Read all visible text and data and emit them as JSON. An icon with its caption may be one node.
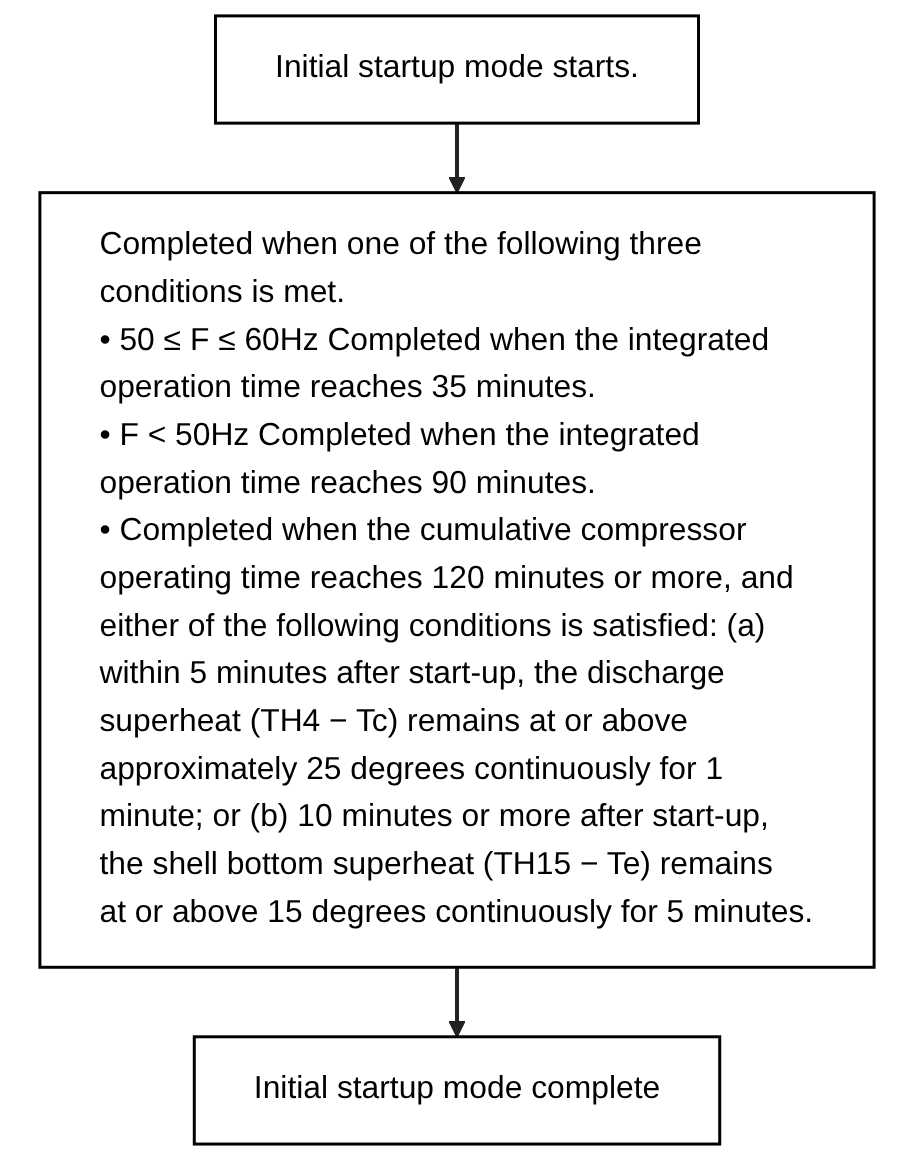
{
  "diagram": {
    "nodes": [
      {
        "text": [
          "Initial startup mode starts."
        ]
      },
      {
        "text": [
          "Completed when one of the following three conditions is met.",
          "• 50 ≤ F ≤ 60Hz Completed when the integrated operation time reaches 35 minutes.",
          "• F < 50Hz Completed when the integrated operation time reaches 90 minutes.",
          "• Completed when the cumulative compressor operating time reaches 120 minutes or more, and either of the following conditions is satisfied: (a) within 5 minutes after start-up, the discharge superheat (TH4 − Tc) remains at or above approximately 25 degrees continuously for 1 minute; or (b) 10 minutes or more after start-up, the shell bottom superheat (TH15 − Te) remains at or above 15 degrees continuously for 5 minutes."
        ]
      },
      {
        "text": [
          "Initial startup mode complete"
        ]
      }
    ],
    "edges": [
      {
        "from": 0,
        "to": 1,
        "arrow": "to"
      },
      {
        "from": 1,
        "to": 2,
        "arrow": "to"
      }
    ]
  }
}
